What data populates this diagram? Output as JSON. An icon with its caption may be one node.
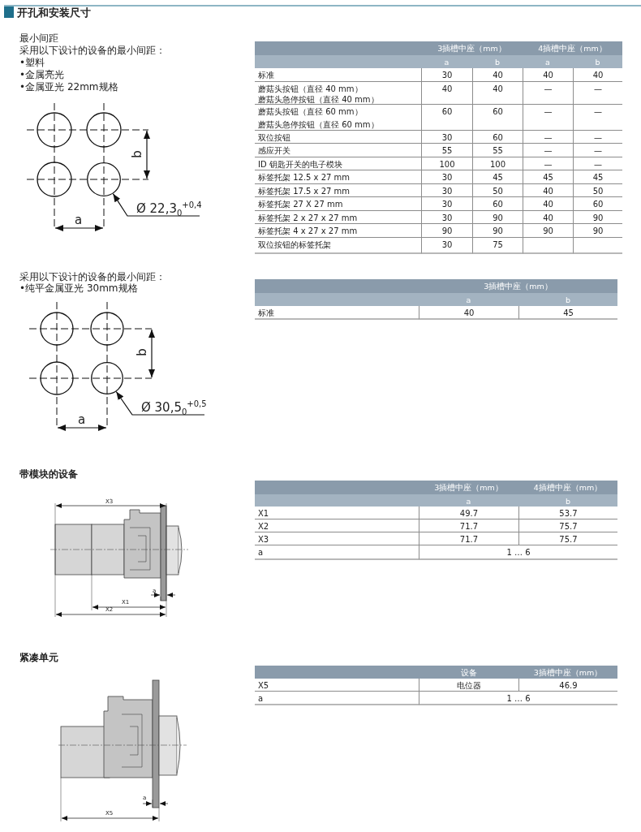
{
  "diagram": {
    "title": "开孔和安装尺寸",
    "nodes": [
      {
        "text": [
          "Ø 22,3$_{0}$$^{+0,4}$"
        ]
      },
      {
        "text": [],
        "shape": "circle"
      },
      {
        "text": [
          "Ø 30,5$_{0}$$^{+0,5}$"
        ]
      },
      {
        "text": [],
        "shape": "circle"
      }
    ],
    "edges": [
      {
        "from": 0,
        "to": 1,
        "arrow": "to"
      },
      {
        "from": 2,
        "to": 3,
        "arrow": "to"
      }
    ],
    "labels": [
      "最小间距",
      "采用以下设计的设备的最小间距：",
      "•塑料",
      "•金属亮光",
      "•金属亚光 22mm规格",
      "b",
      "a",
      "3插槽中座（mm）",
      "4插槽中座（mm）",
      "a",
      "b",
      "a",
      "b",
      "标准",
      "30",
      "40",
      "40",
      "40",
      "蘑菇头按钮（直径 40 mm）",
      "蘑菇头急停按钮（直径 40 mm）",
      "40",
      "40",
      "—",
      "—",
      "蘑菇头按钮（直径 60 mm）",
      "蘑菇头急停按钮（直径 60 mm）",
      "60",
      "60",
      "—",
      "—",
      "双位按钮",
      "30",
      "60",
      "—",
      "—",
      "感应开关",
      "55",
      "55",
      "—",
      "—",
      "ID 钥匙开关的电子模块",
      "100",
      "100",
      "—",
      "—",
      "标签托架 12.5 x 27 mm",
      "30",
      "45",
      "45",
      "45",
      "标签托架 17.5 x 27 mm",
      "30",
      "50",
      "40",
      "50",
      "标签托架 27 X 27 mm",
      "30",
      "60",
      "40",
      "60",
      "标签托架 2 x 27 x 27 mm",
      "30",
      "90",
      "40",
      "90",
      "标签托架 4 x 27 x 27 mm",
      "90",
      "90",
      "90",
      "90",
      "双位按钮的标签托架",
      "30",
      "75",
      "采用以下设计的设备的最小间距：",
      "•纯平金属亚光 30mm规格",
      "b",
      "a",
      "3插槽中座（mm）",
      "a",
      "b",
      "标准",
      "40",
      "45",
      "带模块的设备",
      "X3",
      "a",
      "X1",
      "X2",
      "3插槽中座（mm）",
      "4插槽中座（mm）",
      "a",
      "b",
      "X1",
      "49.7",
      "53.7",
      "X2",
      "71.7",
      "75.7",
      "X3",
      "71.7",
      "75.7",
      "a",
      "1 … 6",
      "紧凑单元",
      "a",
      "X5",
      "设备",
      "3插槽中座（mm）",
      "X5",
      "电位器",
      "46.9",
      "a",
      "1 … 6"
    ]
  }
}
